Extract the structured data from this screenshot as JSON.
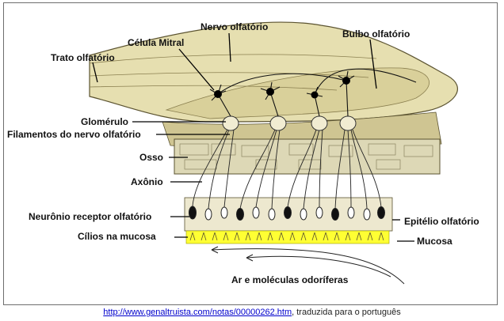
{
  "labels": {
    "nervo_olfatorio": "Nervo olfatório",
    "celula_mitral": "Célula Mitral",
    "bulbo_olfatorio": "Bulbo olfatório",
    "trato_olfatorio": "Trato olfatório",
    "glomerulo": "Glomérulo",
    "filamentos": "Filamentos do nervo olfatório",
    "osso": "Osso",
    "axonio": "Axônio",
    "neuronio_receptor": "Neurônio receptor olfatório",
    "epitelio": "Epitélio olfatório",
    "cilios": "Cílios na mucosa",
    "mucosa": "Mucosa",
    "ar_moleculas": "Ar e moléculas odoríferas"
  },
  "caption": {
    "link_text": "http://www.genaltruista.com/notas/00000262.htm",
    "suffix": ", traduzida para o português"
  },
  "colors": {
    "tissue": "#e6dfb0",
    "tissue_dark": "#b8ae78",
    "bone": "#ddd8b6",
    "mucosa": "#ffff33",
    "outline": "#5b5330"
  }
}
